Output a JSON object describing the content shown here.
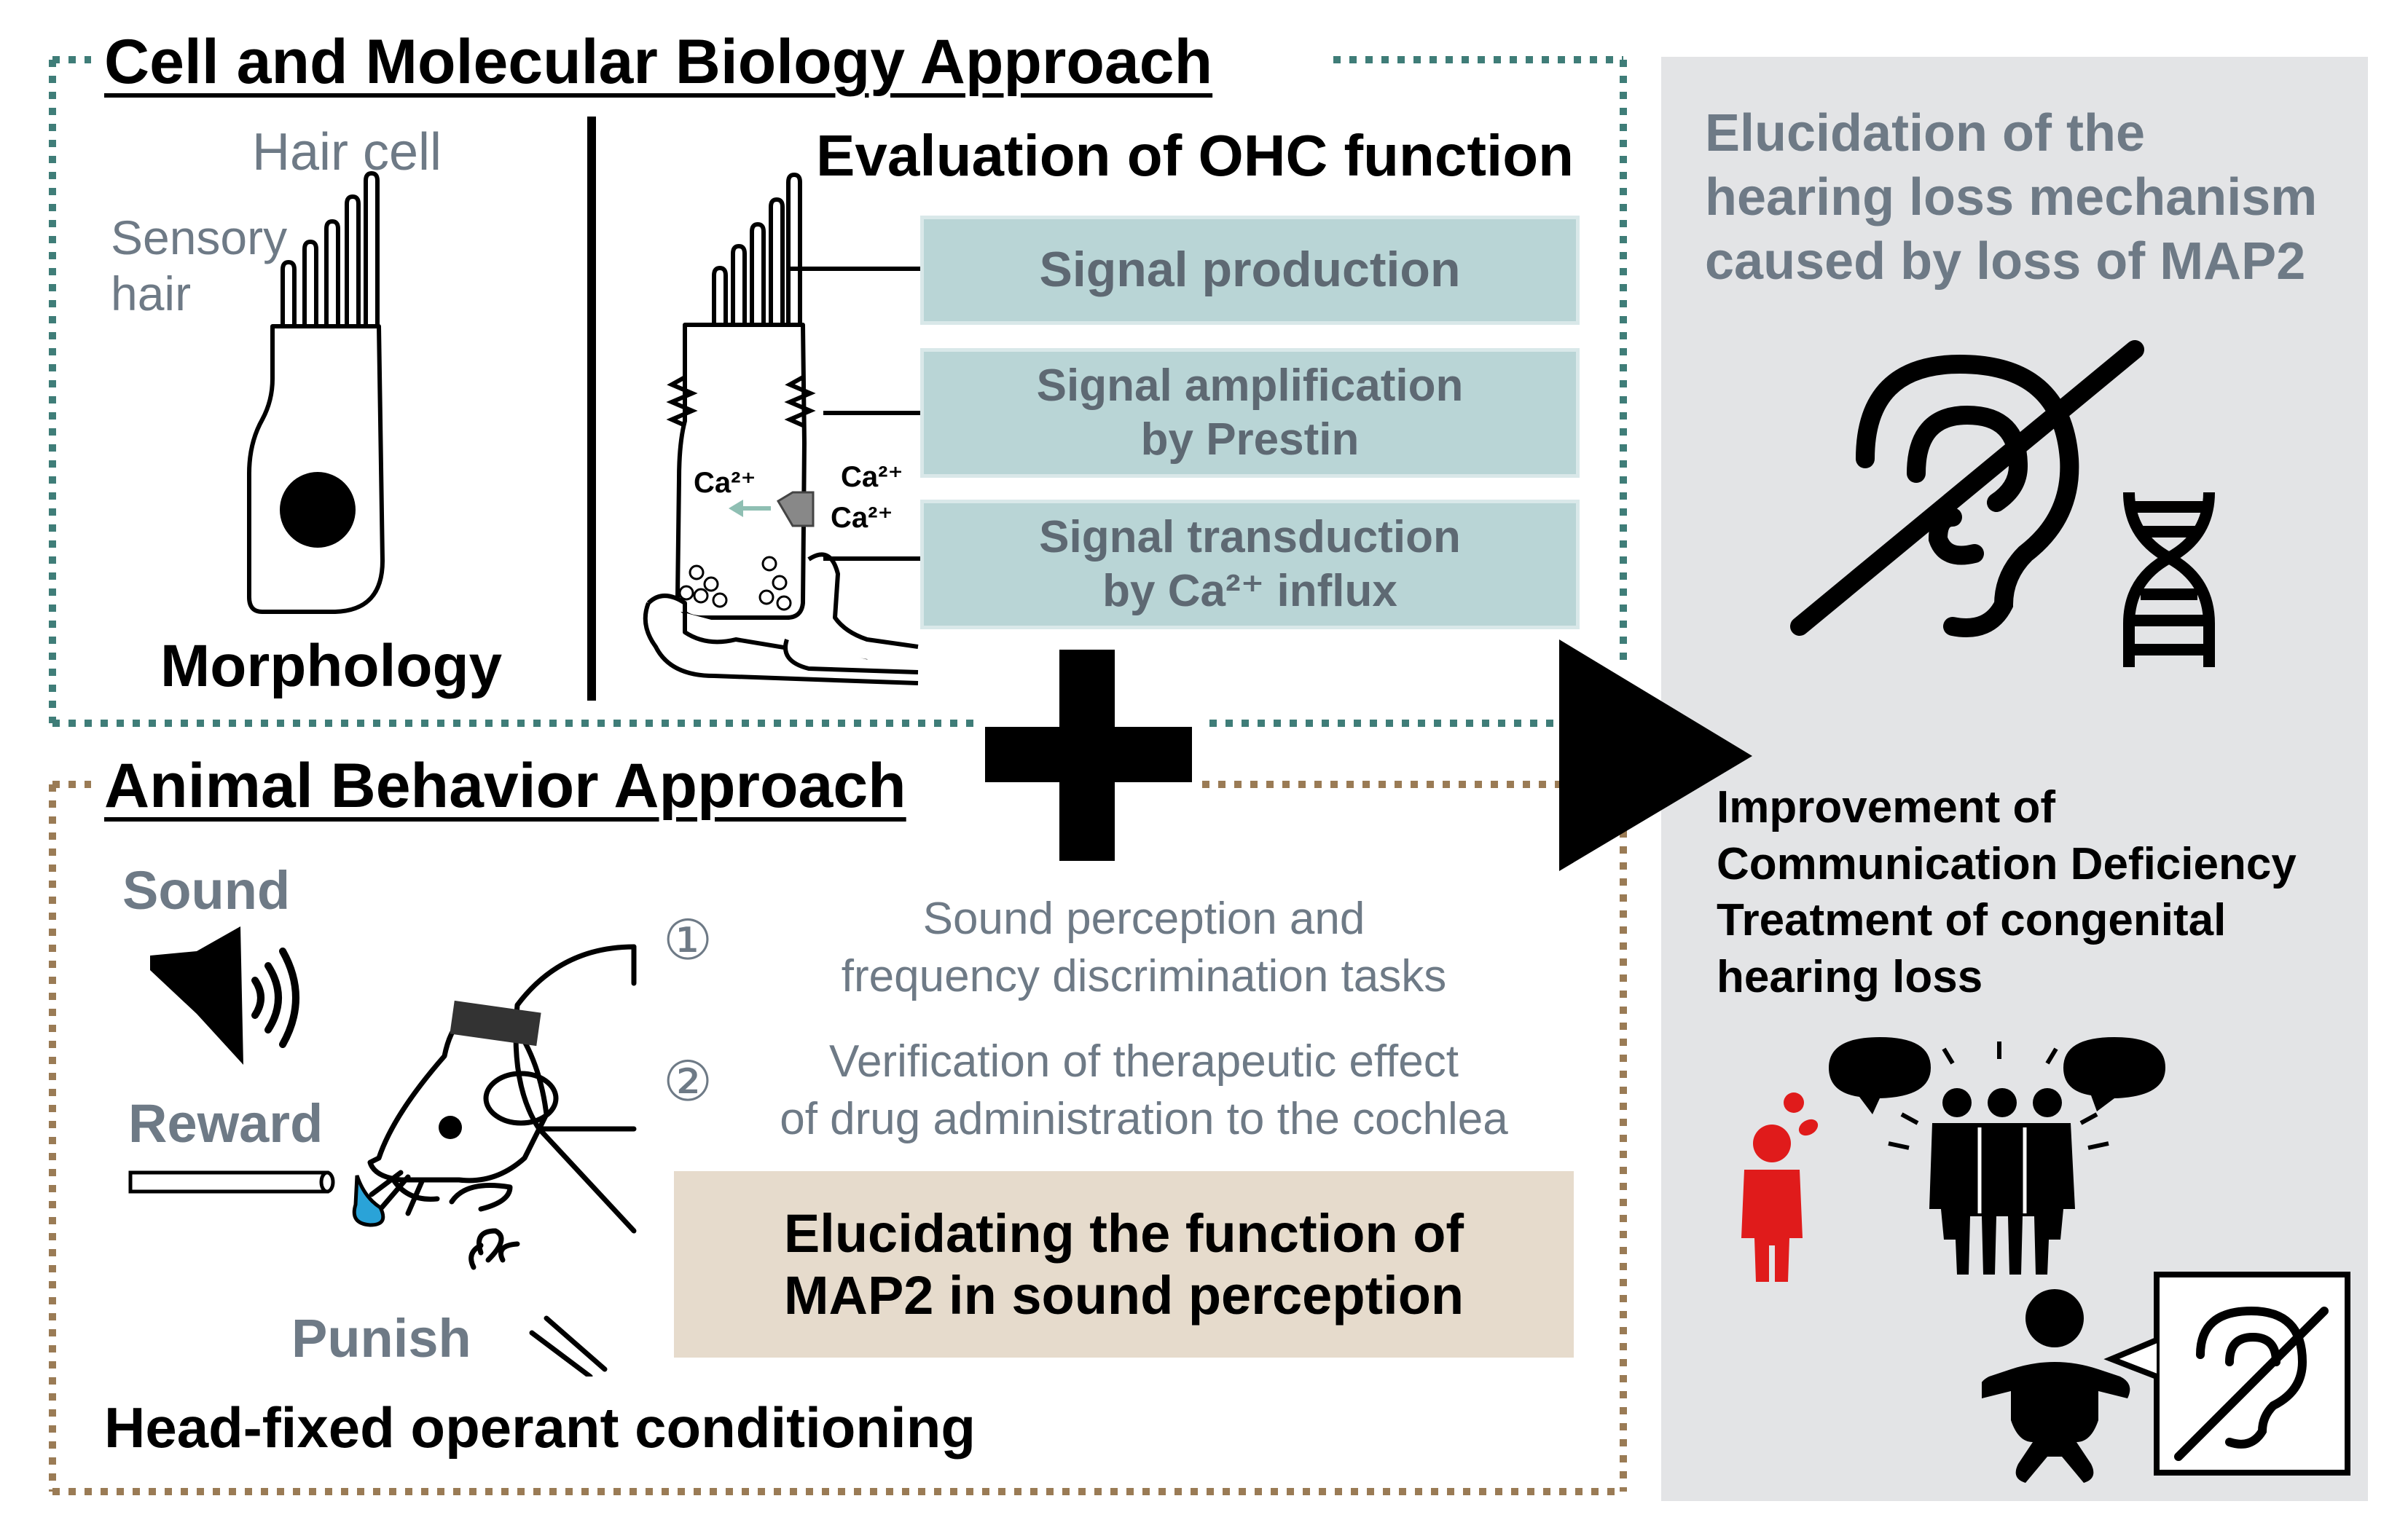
{
  "cell_section": {
    "title": "Cell and Molecular Biology Approach",
    "hair_cell_label": "Hair cell",
    "sensory_hair_label_line1": "Sensory",
    "sensory_hair_label_line2": "hair",
    "morphology_label": "Morphology",
    "evaluation_title": "Evaluation of OHC function",
    "calcium_labels": [
      "Ca²⁺",
      "Ca²⁺",
      "Ca²⁺"
    ],
    "signal_boxes": [
      {
        "line1": "Signal production",
        "line2": ""
      },
      {
        "line1": "Signal amplification",
        "line2": "by Prestin"
      },
      {
        "line1": "Signal transduction",
        "line2": "by Ca²⁺ influx"
      }
    ]
  },
  "behavior_section": {
    "title": "Animal Behavior Approach",
    "sound_label": "Sound",
    "reward_label": "Reward",
    "punish_label": "Punish",
    "conditioning_label": "Head-fixed operant conditioning",
    "tasks": [
      {
        "number": "①",
        "line1": "Sound perception and",
        "line2": "frequency discrimination tasks"
      },
      {
        "number": "②",
        "line1": "Verification of therapeutic effect",
        "line2": "of drug administration to the cochlea"
      }
    ],
    "goal_line1": "Elucidating the function of",
    "goal_line2": "MAP2 in sound perception"
  },
  "result_panel": {
    "heading_lines": [
      "Elucidation of the",
      "hearing loss mechanism",
      "caused by loss of MAP2"
    ],
    "outcome_lines": [
      "Improvement of",
      "Communication Deficiency",
      "Treatment of congenital",
      "hearing loss"
    ]
  },
  "icons": {
    "plus": "plus-icon",
    "arrow": "arrow-right-icon",
    "hearing_loss": "hearing-loss-icon",
    "dna": "dna-icon",
    "speaker": "speaker-icon",
    "mouse": "mouse-icon",
    "communication": "communication-icon",
    "baby": "baby-icon"
  },
  "colors": {
    "teal_border": "#3f7d78",
    "brown_border": "#9a7b55",
    "signal_box": "#b9d5d6",
    "goal_box": "#e6dbcc",
    "right_panel": "#e3e4e6",
    "accent_red": "#e01b1b",
    "water_blue": "#2aa3d8"
  }
}
